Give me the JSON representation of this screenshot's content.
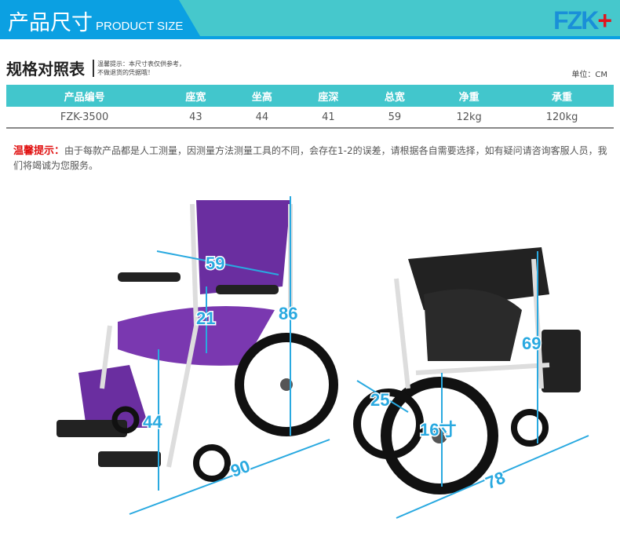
{
  "header": {
    "title_cn": "产品尺寸",
    "title_en": "PRODUCT SIZE",
    "logo": "FZK+"
  },
  "spec": {
    "title": "规格对照表",
    "note_line1": "温馨提示：本尺寸表仅供参考，",
    "note_line2": "不做退货的凭据哦！",
    "unit": "单位：CM"
  },
  "table": {
    "headers": [
      "产品编号",
      "座宽",
      "坐高",
      "座深",
      "总宽",
      "净重",
      "承重"
    ],
    "rows": [
      [
        "FZK-3500",
        "43",
        "44",
        "41",
        "59",
        "12kg",
        "120kg"
      ]
    ]
  },
  "tip": {
    "label": "温馨提示：",
    "text": "由于每款产品都是人工测量，因测量方法测量工具的不同，会存在1-2的误差，请根据各自需要选择，如有疑问请咨询客服人员，我们将竭诚为您服务。"
  },
  "dimensions": {
    "left": {
      "width": "59",
      "seat_depth": "21",
      "height": "86",
      "seat_height": "44",
      "length": "90"
    },
    "right": {
      "folded_height": "69",
      "folded_width": "25",
      "wheel": "16寸",
      "folded_length": "78"
    }
  },
  "colors": {
    "blue": "#0ba0e2",
    "teal": "#46c8cc",
    "dim": "#29a9e0",
    "purple": "#6a2ea0"
  }
}
